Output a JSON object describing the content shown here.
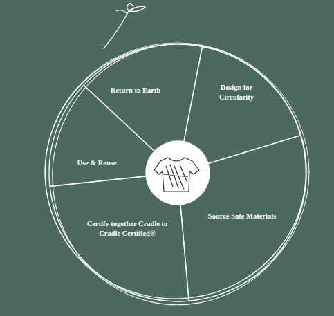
{
  "diagram": {
    "nodes": [
      {
        "text": [
          "Design for Circularity"
        ]
      },
      {
        "text": [
          "Source Safe Materials"
        ]
      },
      {
        "text": [
          "Certify together Cradle to Cradle Certified®"
        ]
      },
      {
        "text": [
          "Use & Reuse"
        ]
      },
      {
        "text": [
          "Return to Earth"
        ]
      }
    ]
  }
}
